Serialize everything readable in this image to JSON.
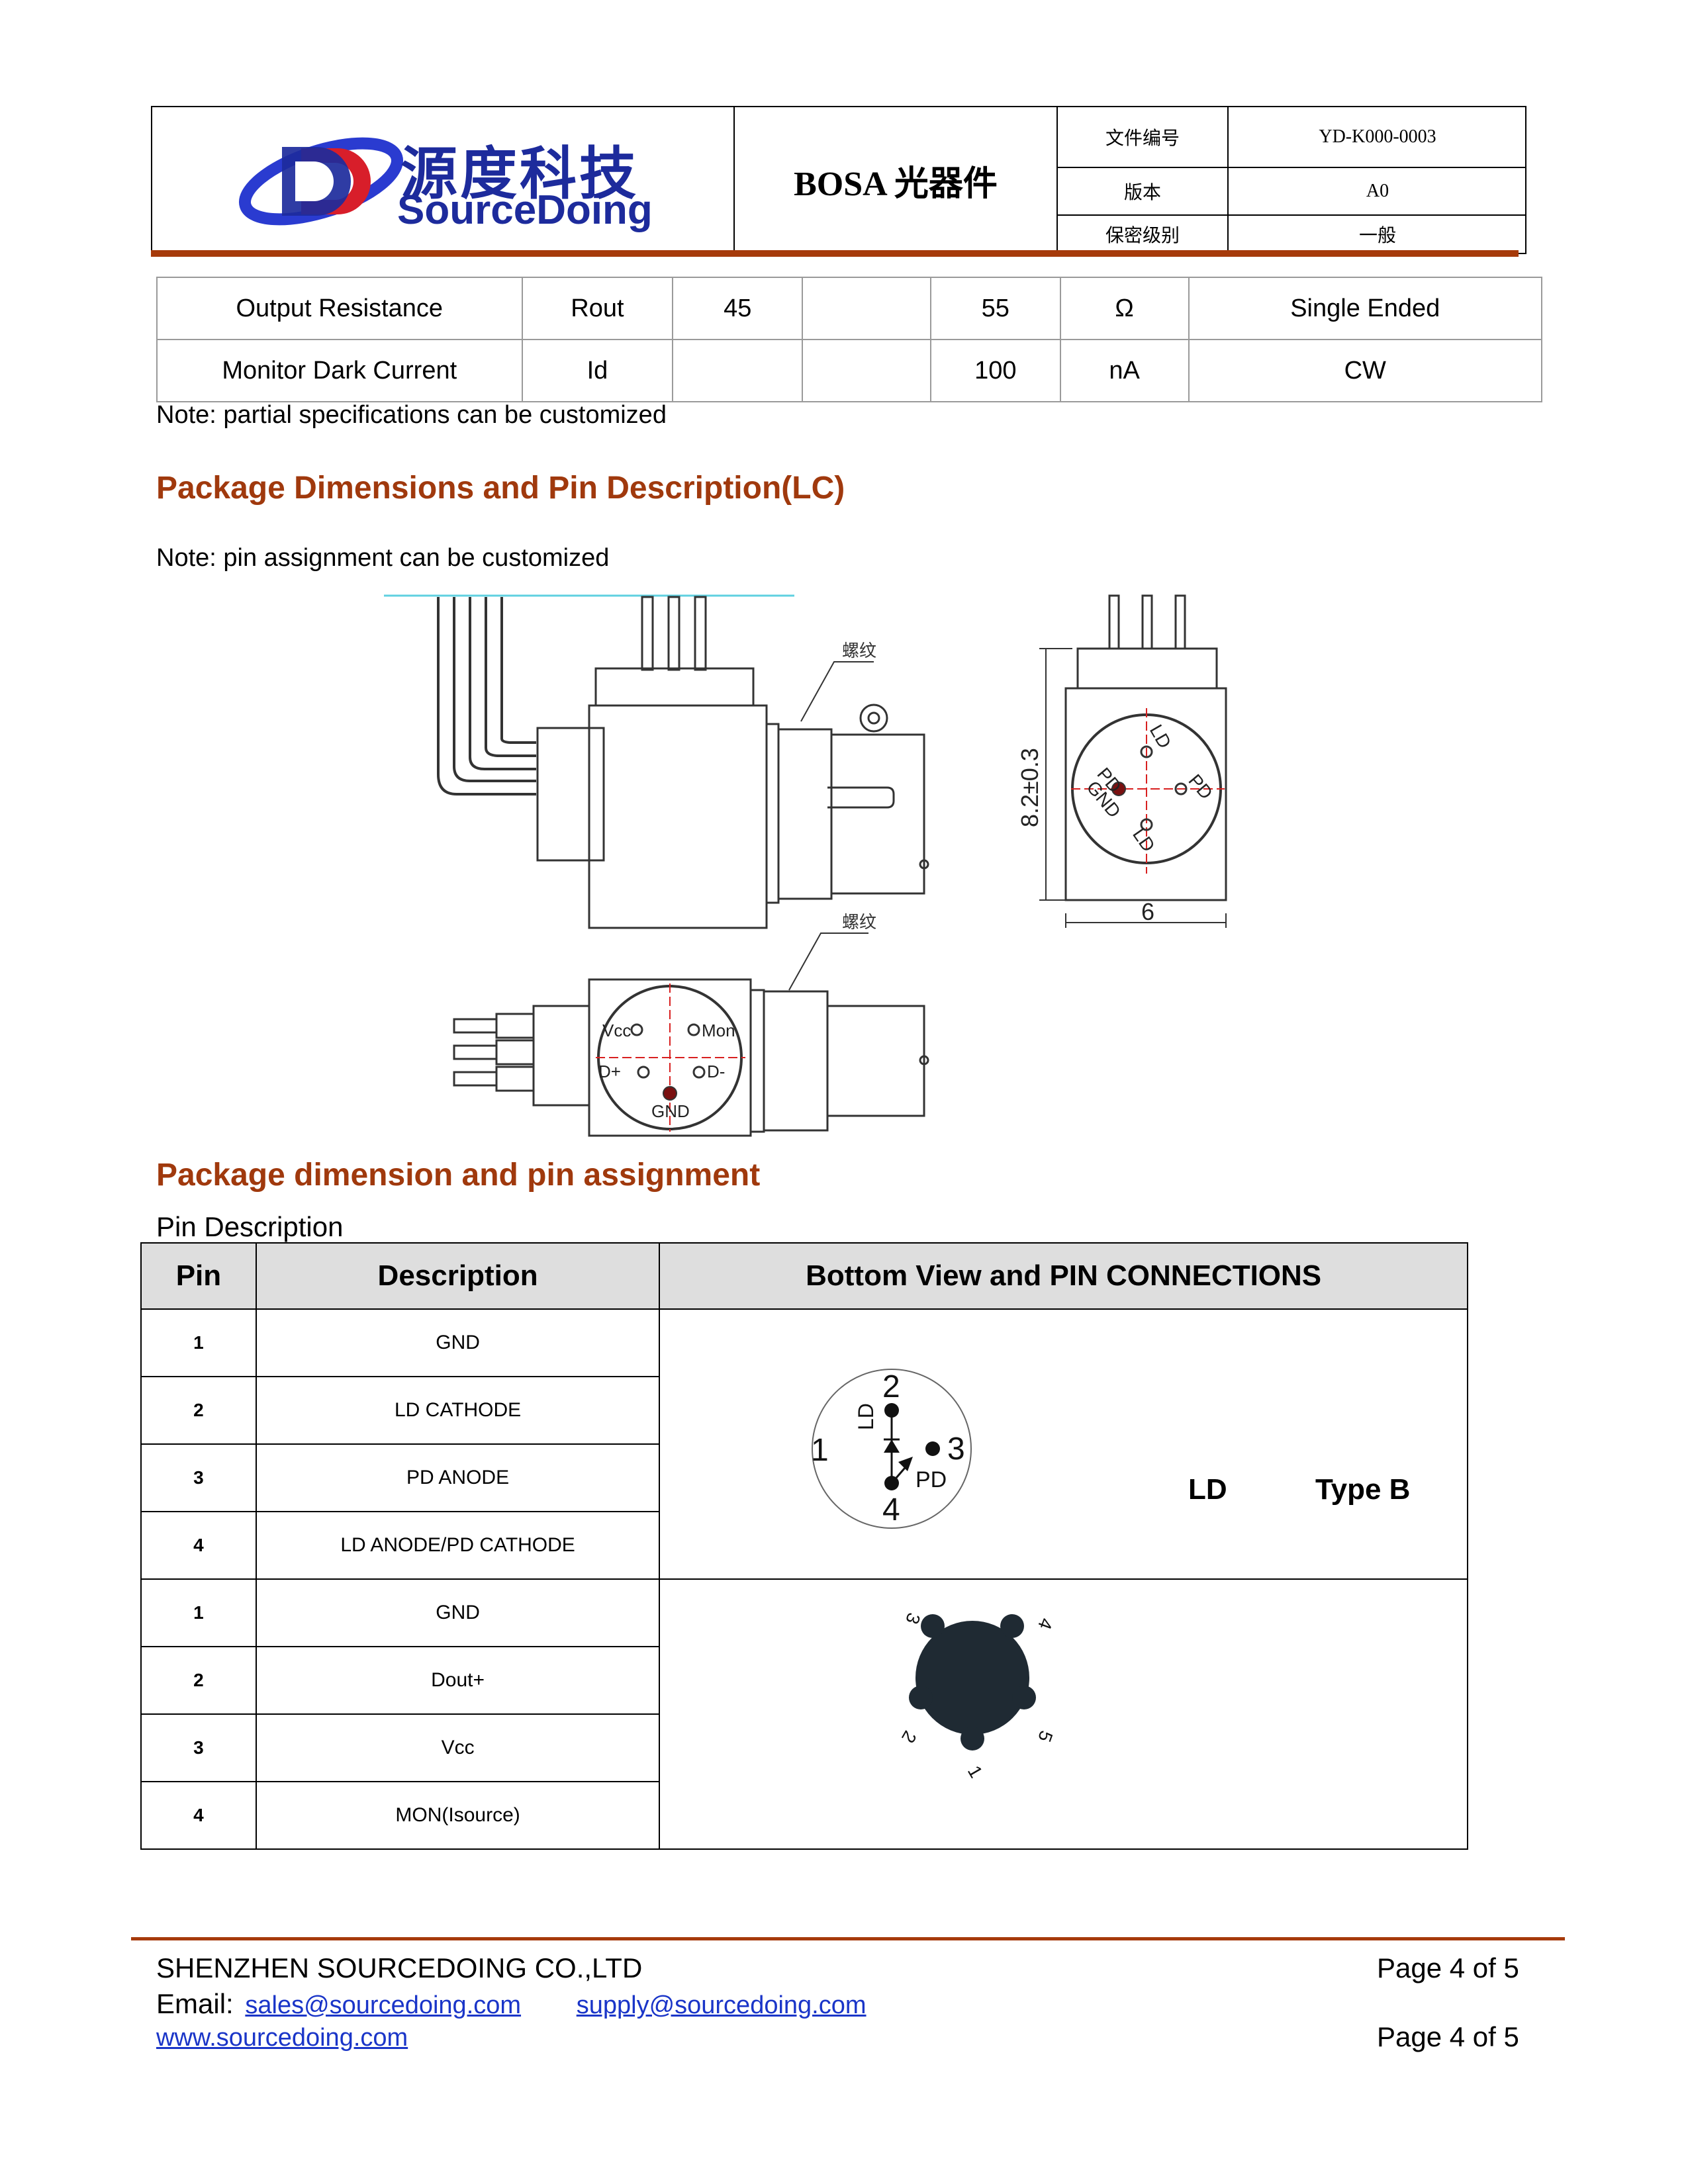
{
  "header": {
    "logo_cn": "源度科技",
    "logo_en": "SourceDoing",
    "doc_title": "BOSA 光器件",
    "meta": [
      {
        "label": "文件编号",
        "value": "YD-K000-0003"
      },
      {
        "label": "版本",
        "value": "A0"
      },
      {
        "label": "保密级别",
        "value": "一般"
      }
    ]
  },
  "spec_table": {
    "rows": [
      [
        "Output Resistance",
        "Rout",
        "45",
        "",
        "55",
        "Ω",
        "Single Ended"
      ],
      [
        "Monitor Dark Current",
        "Id",
        "",
        "",
        "100",
        "nA",
        "CW"
      ]
    ],
    "note": "Note: partial specifications can be customized"
  },
  "section1": {
    "heading": "Package Dimensions and Pin Description(LC)",
    "note": "Note: pin assignment can be customized"
  },
  "drawing": {
    "thread_label_1": "螺纹",
    "thread_label_2": "螺纹",
    "dim_height": "8.2±0.3",
    "dim_width": "6",
    "side_pins": {
      "ld_top": "LD",
      "pd_left": "PD",
      "gnd": "GND",
      "pd_right": "PD",
      "ld_bottom": "LD"
    },
    "front_pins": {
      "vcc": "Vcc",
      "mon": "Mon",
      "dplus": "D+",
      "dminus": "D-",
      "gnd": "GND"
    }
  },
  "section2": {
    "heading": "Package dimension and pin assignment",
    "sub": "Pin Description"
  },
  "pin_table": {
    "headers": [
      "Pin",
      "Description",
      "Bottom View and PIN CONNECTIONS"
    ],
    "group1": [
      {
        "pin": "1",
        "desc": "GND"
      },
      {
        "pin": "2",
        "desc": "LD CATHODE"
      },
      {
        "pin": "3",
        "desc": "PD ANODE"
      },
      {
        "pin": "4",
        "desc": "LD ANODE/PD CATHODE"
      }
    ],
    "group2": [
      {
        "pin": "1",
        "desc": "GND"
      },
      {
        "pin": "2",
        "desc": "Dout+"
      },
      {
        "pin": "3",
        "desc": "Vcc"
      },
      {
        "pin": "4",
        "desc": "MON(Isource)"
      }
    ],
    "diagram1": {
      "n1": "1",
      "n2": "2",
      "n3": "3",
      "n4": "4",
      "ld": "LD",
      "pd": "PD",
      "caption_ld": "LD",
      "caption_type": "Type B"
    },
    "diagram2": {
      "a": "3",
      "b": "4",
      "c": "2",
      "d": "5",
      "e": "1"
    }
  },
  "footer": {
    "company": "SHENZHEN SOURCEDOING CO.,LTD",
    "page1": "Page 4 of 5",
    "email_label": "Email:",
    "email1": "sales@sourcedoing.com",
    "email2": "supply@sourcedoing.com",
    "website": "www.sourcedoing.com",
    "page2": "Page 4 of 5"
  },
  "colors": {
    "accent": "#a0390d",
    "link": "#1a35c8",
    "logo_blue": "#1d2b9c",
    "logo_red": "#d81e2a"
  }
}
